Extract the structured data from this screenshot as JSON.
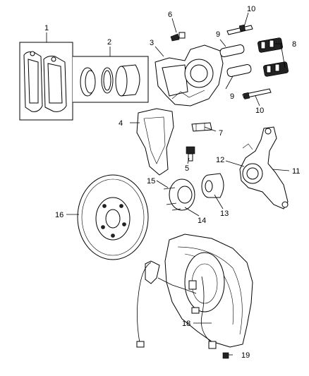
{
  "callouts": [
    {
      "id": "c1",
      "label": "1"
    },
    {
      "id": "c2",
      "label": "2"
    },
    {
      "id": "c3",
      "label": "3"
    },
    {
      "id": "c4",
      "label": "4"
    },
    {
      "id": "c5",
      "label": "5"
    },
    {
      "id": "c6",
      "label": "6"
    },
    {
      "id": "c7",
      "label": "7"
    },
    {
      "id": "c8",
      "label": "8"
    },
    {
      "id": "c9a",
      "label": "9"
    },
    {
      "id": "c9b",
      "label": "9"
    },
    {
      "id": "c10a",
      "label": "10"
    },
    {
      "id": "c10b",
      "label": "10"
    },
    {
      "id": "c11",
      "label": "11"
    },
    {
      "id": "c12",
      "label": "12"
    },
    {
      "id": "c13",
      "label": "13"
    },
    {
      "id": "c14",
      "label": "14"
    },
    {
      "id": "c15",
      "label": "15"
    },
    {
      "id": "c16",
      "label": "16"
    },
    {
      "id": "c18",
      "label": "18"
    },
    {
      "id": "c19",
      "label": "19"
    }
  ]
}
